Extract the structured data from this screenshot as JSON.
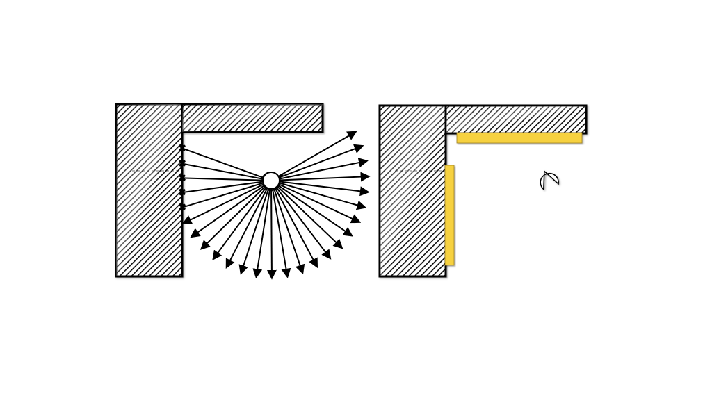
{
  "colors": {
    "background": "#ffffff",
    "wall_stroke": "#000000",
    "wall_hatch": "#111111",
    "highlight": "#f6d140",
    "ray": "#000000",
    "sensor_fill": "#ffffff"
  },
  "left_diagram": {
    "ray_count": 26,
    "arc_degrees": [
      -30,
      200
    ],
    "blocked_marker_glyph": "x-mark"
  },
  "right_diagram": {
    "detected_surfaces": 2
  }
}
